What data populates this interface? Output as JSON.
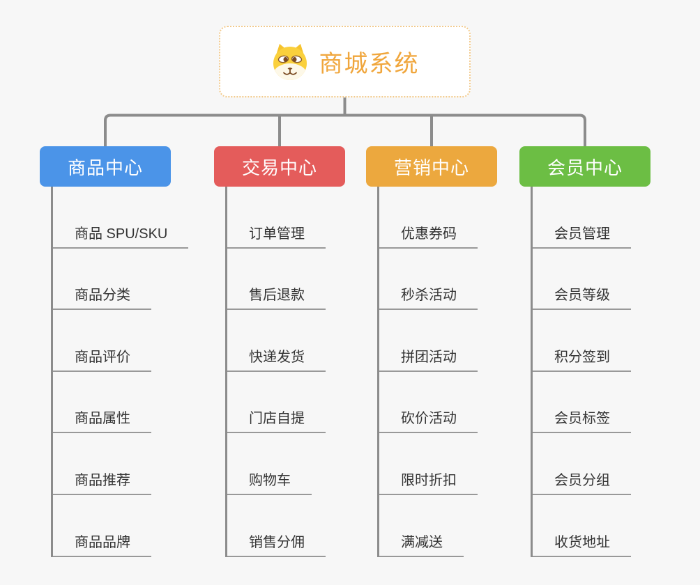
{
  "root": {
    "label": "商城系统",
    "icon": "dog-face-icon",
    "text_color": "#f0a63c",
    "border_color": "#f2ca8c",
    "background": "#ffffff"
  },
  "branches": [
    {
      "label": "商品中心",
      "color": "#4b94e8",
      "children": [
        "商品 SPU/SKU",
        "商品分类",
        "商品评价",
        "商品属性",
        "商品推荐",
        "商品品牌"
      ]
    },
    {
      "label": "交易中心",
      "color": "#e45c5b",
      "children": [
        "订单管理",
        "售后退款",
        "快递发货",
        "门店自提",
        "购物车",
        "销售分佣"
      ]
    },
    {
      "label": "营销中心",
      "color": "#eca83e",
      "children": [
        "优惠券码",
        "秒杀活动",
        "拼团活动",
        "砍价活动",
        "限时折扣",
        "满减送"
      ]
    },
    {
      "label": "会员中心",
      "color": "#6cbe44",
      "children": [
        "会员管理",
        "会员等级",
        "积分签到",
        "会员标签",
        "会员分组",
        "收货地址"
      ]
    }
  ],
  "connector_color": "#8c8c8c",
  "leaf_line_color": "#999999",
  "canvas_background": "#f7f7f7"
}
